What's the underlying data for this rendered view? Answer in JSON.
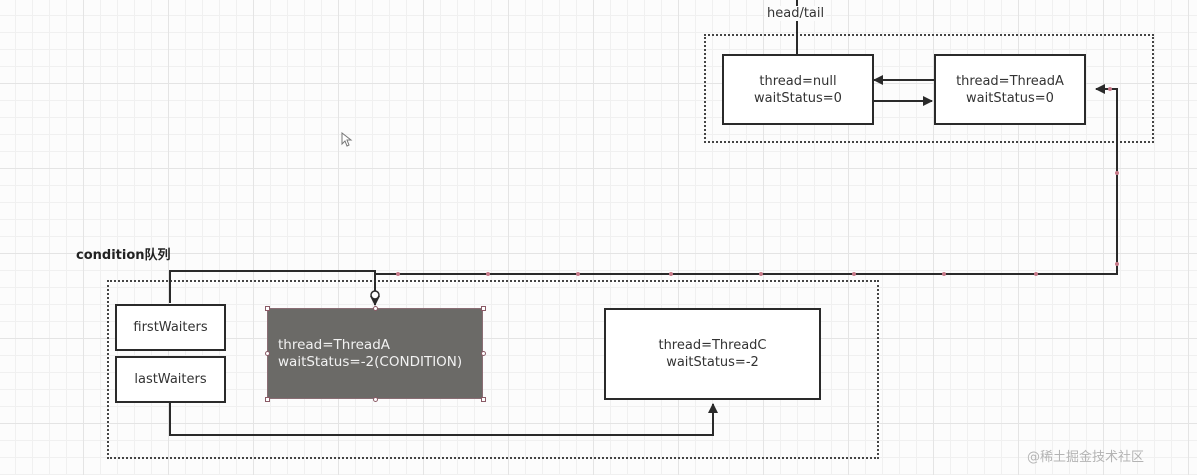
{
  "diagram": {
    "sync_queue": {
      "pointer_label": "head/tail",
      "nodes": [
        {
          "line1": "thread=null",
          "line2": "waitStatus=0"
        },
        {
          "line1": "thread=ThreadA",
          "line2": "waitStatus=0"
        }
      ]
    },
    "condition_queue": {
      "title": "condition队列",
      "first_waiter_label": "firstWaiters",
      "last_waiter_label": "lastWaiters",
      "nodes": [
        {
          "line1": "thread=ThreadA",
          "line2": "waitStatus=-2(CONDITION)",
          "selected": true
        },
        {
          "line1": "thread=ThreadC",
          "line2": "waitStatus=-2"
        }
      ]
    },
    "edges": [
      {
        "from": "sync_queue.nodes.1",
        "to": "sync_queue.nodes.0",
        "style": "arrow"
      },
      {
        "from": "sync_queue.nodes.0",
        "to": "sync_queue.nodes.1",
        "style": "arrow"
      },
      {
        "from": "condition_queue.nodes.0",
        "to": "sync_queue.nodes.1",
        "style": "arrow"
      },
      {
        "from": "condition_queue.first_waiter",
        "to": "condition_queue.nodes.0",
        "style": "arrow"
      },
      {
        "from": "condition_queue.last_waiter",
        "to": "condition_queue.nodes.1",
        "style": "arrow"
      },
      {
        "from": "sync_queue.pointer",
        "to": "sync_queue.nodes.0",
        "style": "line"
      }
    ],
    "colors": {
      "line": "#2a2a2a",
      "selected_fill": "#6b6a67",
      "waypoint": "#c77a8a"
    }
  },
  "watermark": "@稀土掘金技术社区"
}
